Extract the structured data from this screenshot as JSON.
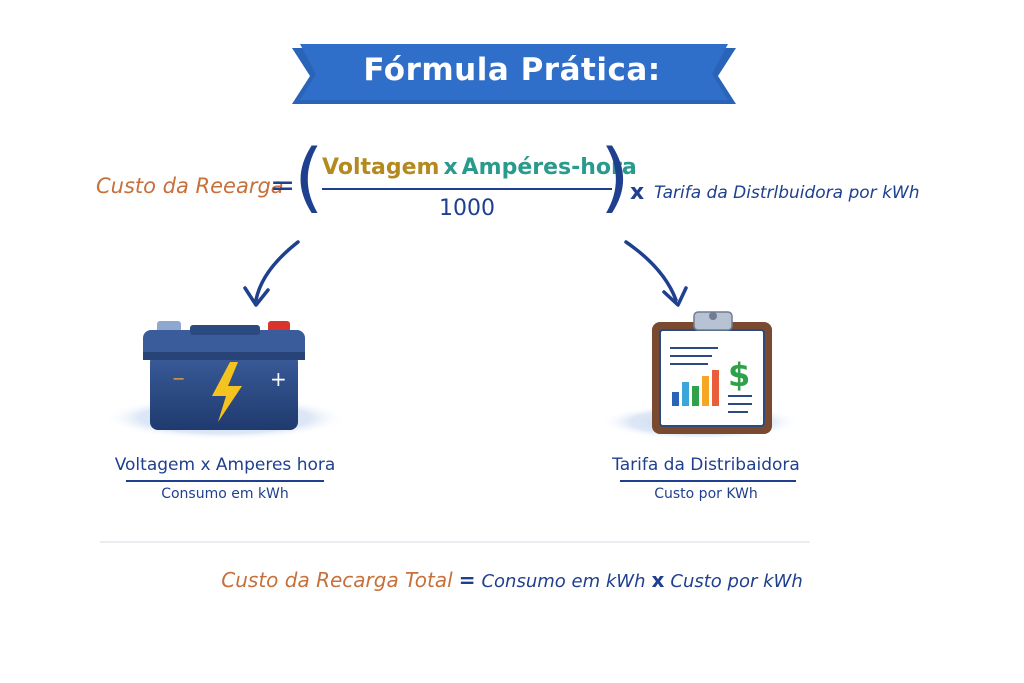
{
  "banner": {
    "title": "Fórmula Prática:"
  },
  "formula": {
    "lhs": "Custo da Reearga",
    "equals": "=",
    "paren_left": "(",
    "paren_right": ")",
    "numerator_a": "Voltagem",
    "numerator_op": "x",
    "numerator_b": "Ampéres-hora",
    "denominator": "1000",
    "times": "x",
    "tarifa": "Tarifa da Distrlbuidora por kWh"
  },
  "battery": {
    "label_main": "Voltagem x Amperes hora",
    "label_sub": "Consumo em kWh",
    "minus_sign": "−",
    "plus_sign": "+"
  },
  "clipboard": {
    "label_main": "Tarifa da Distribaidora",
    "label_sub": "Custo por KWh",
    "dollar_sign": "$"
  },
  "bottom": {
    "lhs": "Custo da Recarga Total",
    "equals": "=",
    "term1": "Consumo em kWh",
    "times": "x",
    "term2": "Custo por kWh"
  },
  "colors": {
    "banner_blue": "#2a64b8",
    "navy": "#1f3f8f",
    "orange": "#c8703a",
    "gold": "#b48a1f",
    "teal": "#2a9a8c",
    "bolt_yellow": "#f5c320",
    "battery_body": "#2c4a82",
    "terminal_red": "#d9342b",
    "dollar_green": "#2ea14a"
  },
  "icons": {
    "battery": "battery-icon",
    "bolt": "lightning-bolt-icon",
    "clipboard": "clipboard-report-icon",
    "bar_chart": "bar-chart-icon",
    "arrow_left": "curved-arrow-down-left-icon",
    "arrow_right": "curved-arrow-down-right-icon"
  }
}
